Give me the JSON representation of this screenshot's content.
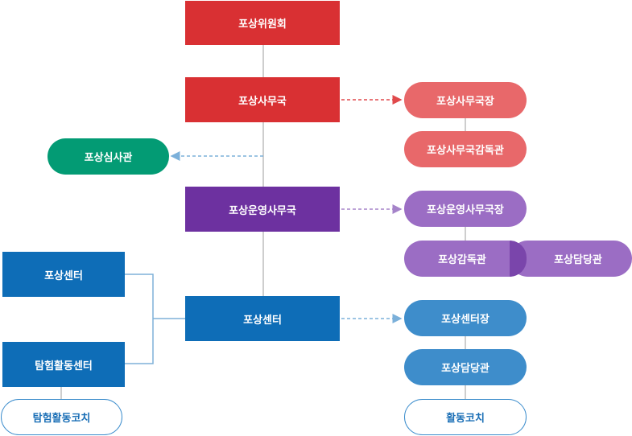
{
  "colors": {
    "red": "#d93033",
    "red_light": "#e8686a",
    "green": "#039b74",
    "purple": "#6d31a0",
    "purple_light": "#9b6dc4",
    "purple_overlap": "#7a45ab",
    "blue": "#0e6db7",
    "blue_light": "#3e8dcb",
    "line_gray": "#bdbdbd",
    "dash_red": "#e0494b",
    "dash_blue": "#7bb0da",
    "dash_purple": "#a583c9",
    "line_blue": "#7fb0d8"
  },
  "nodes": {
    "committee": "포상위원회",
    "secretariat": "포상사무국",
    "secretariat_head": "포상사무국장",
    "secretariat_supervisor": "포상사무국감독관",
    "reviewer": "포상심사관",
    "ops_secretariat": "포상운영사무국",
    "ops_secretariat_head": "포상운영사무국장",
    "ops_supervisor": "포상감독관",
    "ops_officer": "포상담당관",
    "center_main": "포상센터",
    "center_side": "포상센터",
    "expedition_center": "탐험활동센터",
    "expedition_coach": "탐험활동코치",
    "center_head": "포상센터장",
    "center_officer": "포상담당관",
    "activity_coach": "활동코치"
  }
}
